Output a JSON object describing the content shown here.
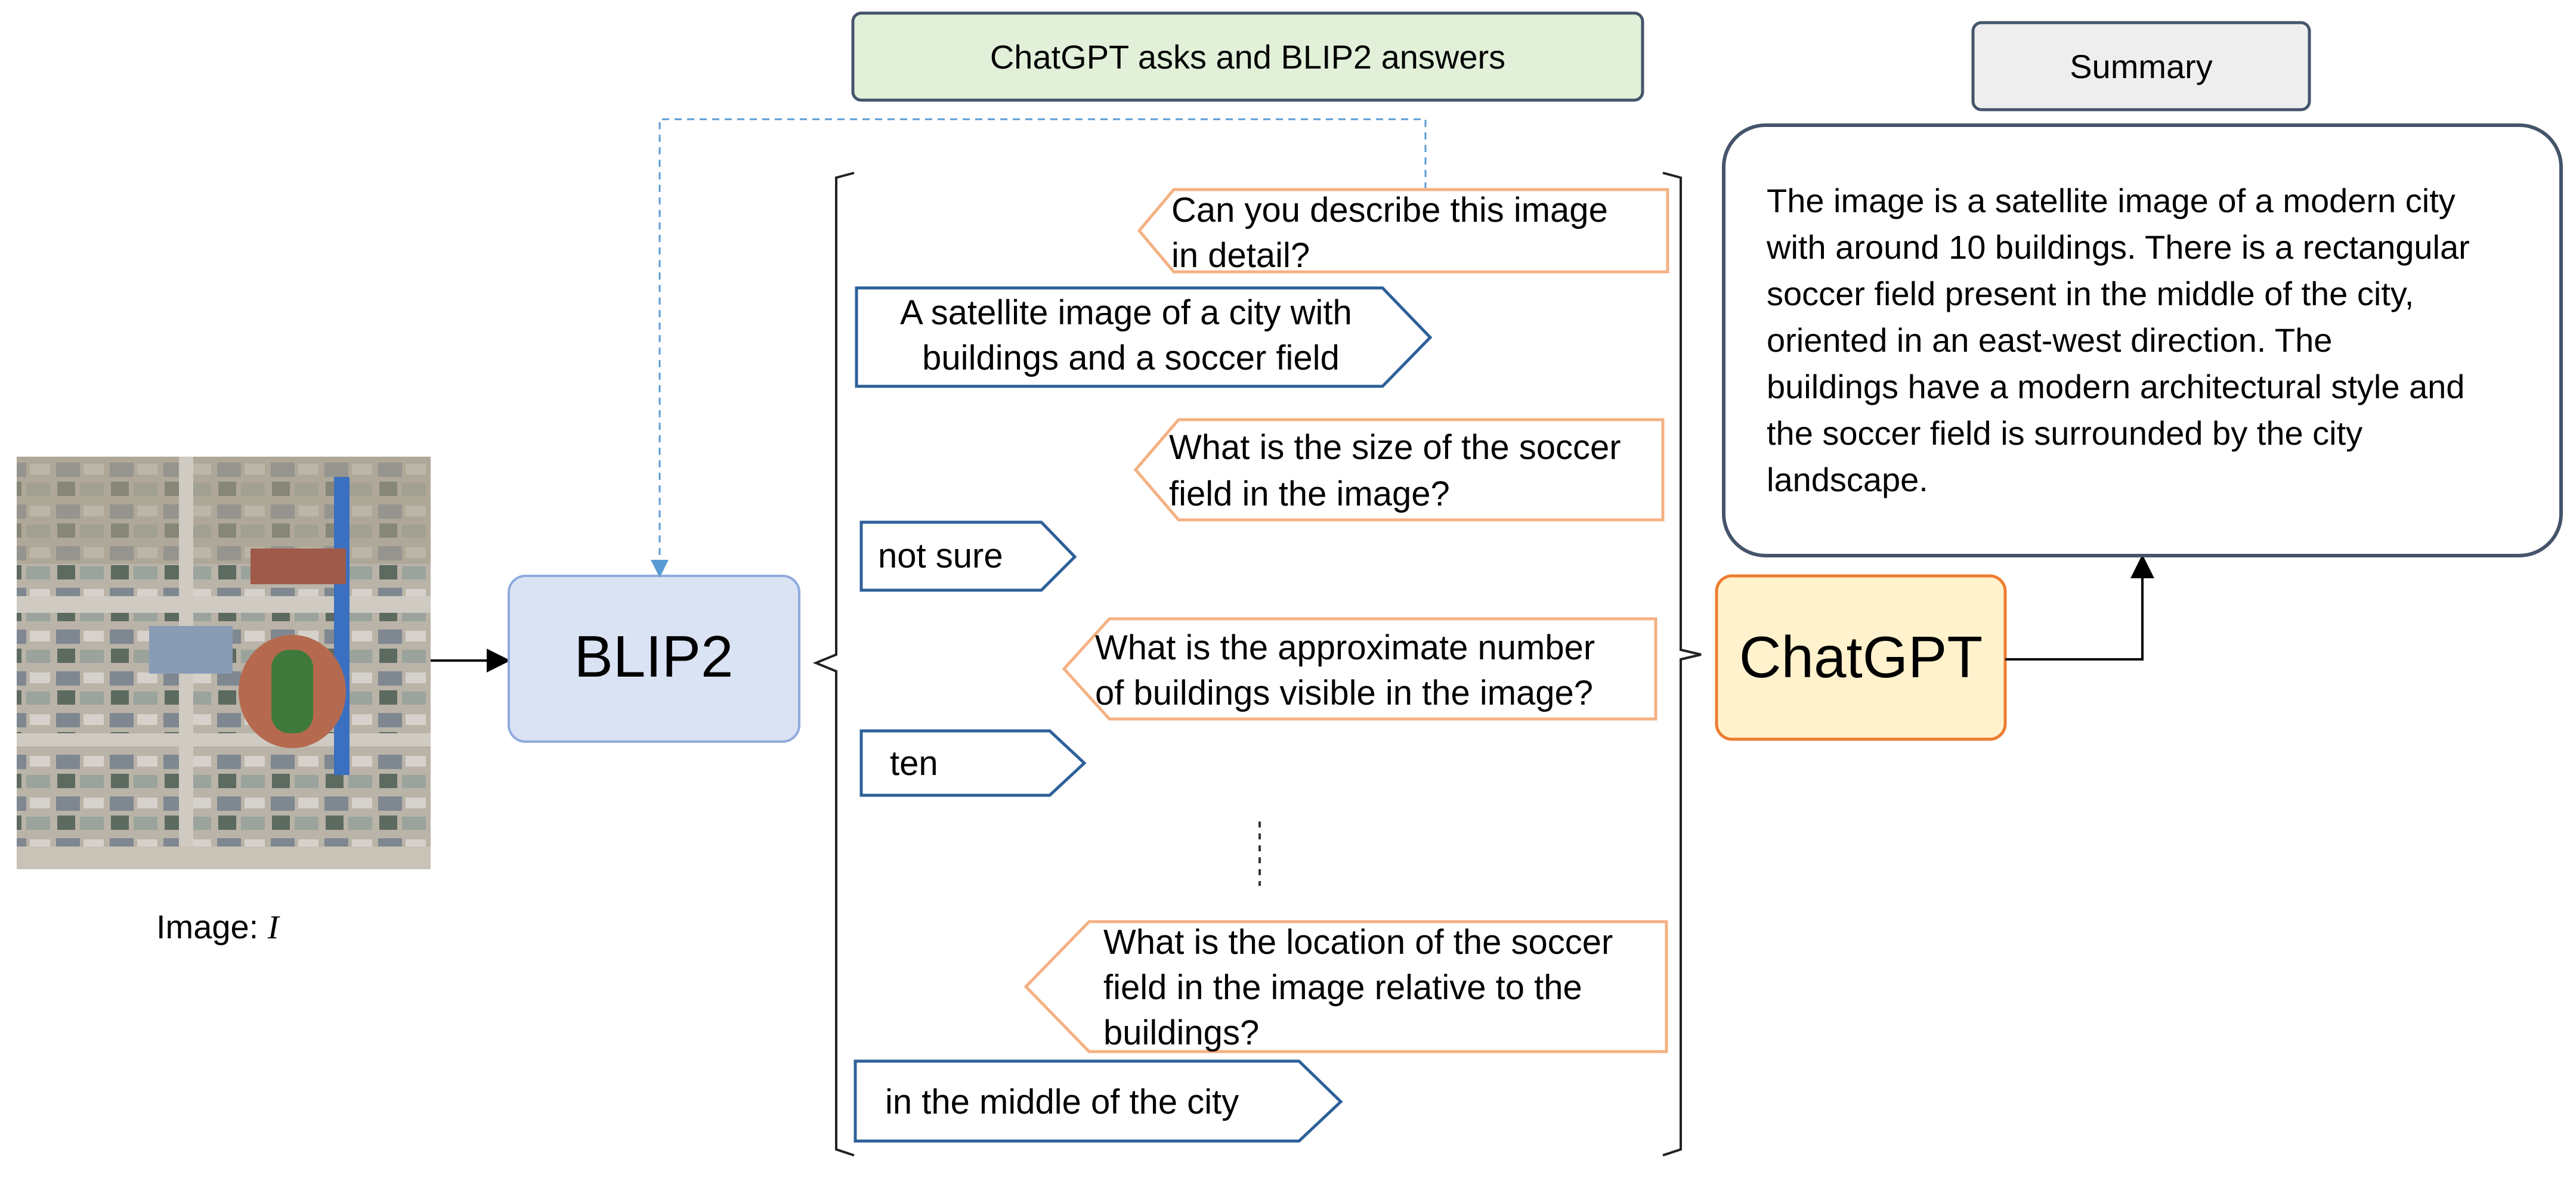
{
  "header": {
    "qa_title": "ChatGPT asks and BLIP2 answers",
    "summary_title": "Summary"
  },
  "input_image": {
    "caption_prefix": "Image: ",
    "caption_var": "I"
  },
  "models": {
    "blip2": "BLIP2",
    "chatgpt": "ChatGPT"
  },
  "dialogue": {
    "q1": [
      "Can you describe this image",
      "in detail?"
    ],
    "a1": [
      "A satellite image of a city with",
      "buildings and a soccer field"
    ],
    "q2": [
      "What is the size of the soccer",
      "field in the image?"
    ],
    "a2": [
      "not sure"
    ],
    "q3": [
      "What is the approximate number",
      "of buildings visible in the image?"
    ],
    "a3": [
      "ten"
    ],
    "q4": [
      "What is the location of the soccer",
      "field in the image relative to the",
      "buildings?"
    ],
    "a4": [
      "in the middle of the city"
    ]
  },
  "summary": {
    "lines": [
      "The image is a satellite image of a modern city",
      "with around 10 buildings. There is a rectangular",
      "soccer field present in the middle of the city,",
      "oriented in an east-west direction. The",
      "buildings have a modern architectural style and",
      "the soccer field is surrounded by the city",
      "landscape."
    ]
  },
  "colors": {
    "question_border": "#F4B183",
    "answer_border": "#2E6099",
    "blip2_fill": "#DAE3F3",
    "blip2_border": "#8FAADC",
    "chatgpt_fill": "#FFF2CC",
    "chatgpt_border": "#ED7D31",
    "qa_title_fill": "#E2F0D9",
    "summary_title_fill": "#EEEEEE",
    "dashed_arrow": "#5B9BD5",
    "frame": "#44546A"
  }
}
